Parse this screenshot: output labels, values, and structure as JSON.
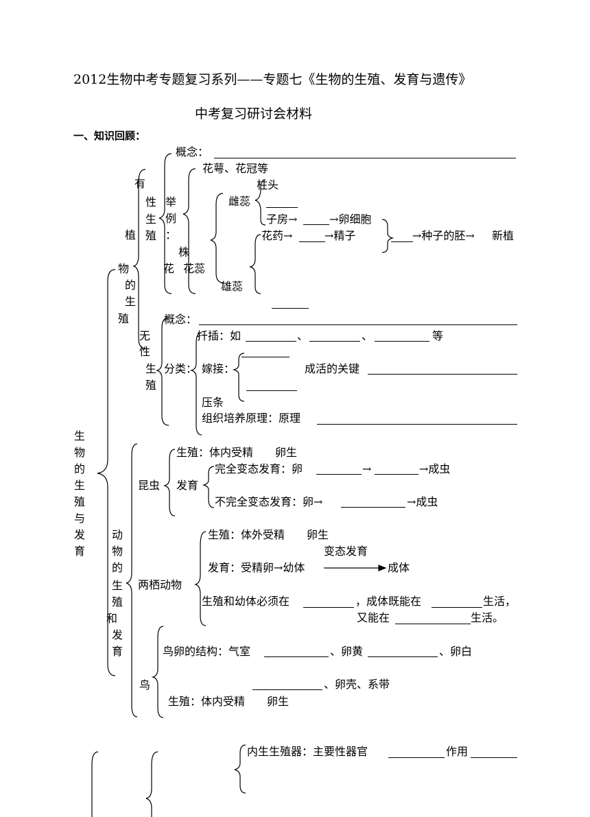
{
  "header": {
    "title": "2012生物中考专题复习系列——专题七《生物的生殖、发育与遗传》",
    "subtitle": "中考复习研讨会材料"
  },
  "section1": {
    "heading": "一、知识回顾："
  },
  "root": {
    "label": [
      "生",
      "物",
      "的",
      "生",
      "殖",
      "与",
      "发",
      "育"
    ]
  },
  "plant": {
    "label": [
      "植",
      "物",
      "的",
      "生",
      "殖"
    ],
    "sexual": {
      "label": [
        "有",
        "性",
        "生",
        "殖"
      ],
      "concept": "概念：",
      "example": "举例：",
      "plant_char": "株",
      "flower_char": "花",
      "stamen_pistil": "花蕊",
      "calyx": "花萼、花冠等",
      "pistil": "雌蕊",
      "stigma": "柱头",
      "ovary": "子房→",
      "egg": "→卵细胞",
      "anther": "花药→",
      "sperm": "→精子",
      "embryo": "→种子的胚→",
      "new_plant": "新植",
      "stamen": "雄蕊"
    },
    "asexual": {
      "label": [
        "无",
        "性",
        "生",
        "殖"
      ],
      "concept": "概念：",
      "type": "分类：",
      "cutting": "扦插：如",
      "sep1": "、",
      "sep2": "、",
      "etc": "等",
      "grafting": "嫁接：",
      "key": "成活的关键",
      "layering": "压条",
      "tissue": "组织培养原理：原理"
    }
  },
  "animal": {
    "label": [
      "动",
      "物",
      "的",
      "生",
      "殖",
      "和",
      "发",
      "育"
    ],
    "insect": {
      "label": "昆虫",
      "repro": "生殖：体内受精　　卵生",
      "dev": "发育",
      "complete": "完全变态发育：卵",
      "arrow1": "→",
      "adult1": "→成虫",
      "incomplete": "不完全变态发育：卵→",
      "adult2": "→成虫"
    },
    "amphibian": {
      "label": "两栖动物",
      "repro": "生殖：体外受精　　卵生",
      "meta": "变态发育",
      "dev": "发育：受精卵→幼体",
      "adult": "成体",
      "life1": "生殖和幼体必须在",
      "life2": "，成体既能在",
      "life3": "生活，",
      "life4": "又能在",
      "life5": " 生活。"
    },
    "bird": {
      "label": "鸟",
      "egg_struct": "鸟卵的结构：气室",
      "yolk": "、卵黄",
      "white": "、卵白",
      "shell": "、卵壳、系带",
      "repro": "生殖：体内受精　　卵生"
    }
  },
  "human": {
    "internal": "内生生殖器：主要性器官",
    "function": "作用"
  }
}
